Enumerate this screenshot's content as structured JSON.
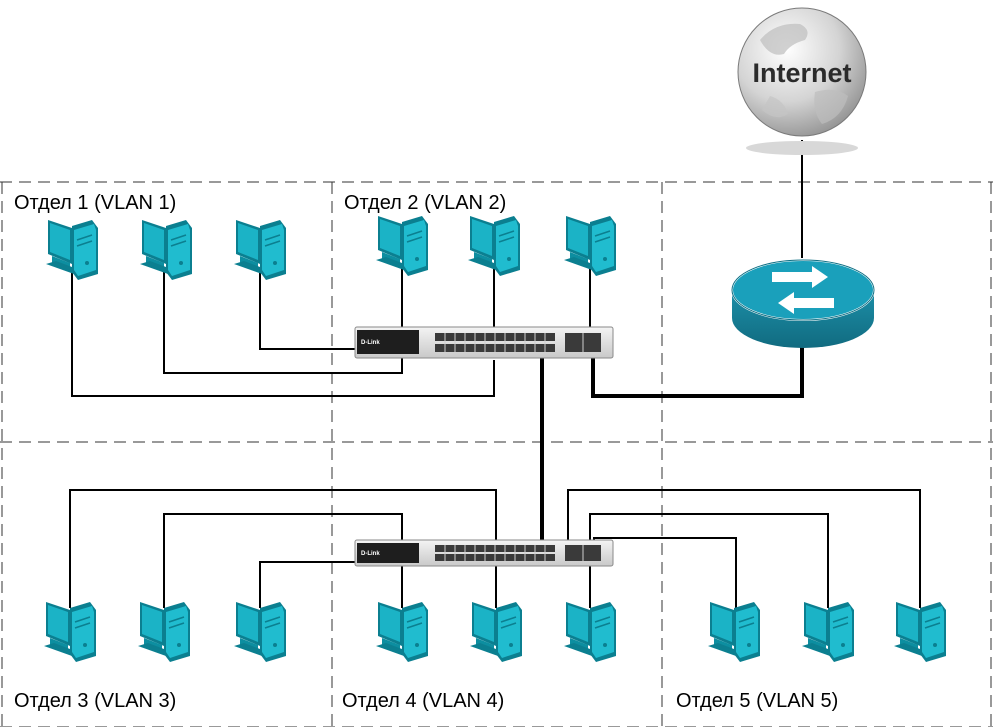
{
  "zones": [
    {
      "id": "zone1",
      "label": "Отдел 1 (VLAN 1)"
    },
    {
      "id": "zone2",
      "label": "Отдел 2 (VLAN 2)"
    },
    {
      "id": "zone3",
      "label": "Отдел 3 (VLAN 3)"
    },
    {
      "id": "zone4",
      "label": "Отдел 4 (VLAN 4)"
    },
    {
      "id": "zone5",
      "label": "Отдел 5 (VLAN 5)"
    }
  ],
  "internet": {
    "label": "Internet"
  },
  "switches": [
    {
      "id": "switch-top",
      "brand": "D-Link"
    },
    {
      "id": "switch-bottom",
      "brand": "D-Link"
    }
  ],
  "router": {
    "icon": "router-icon"
  },
  "computers": {
    "icon": "desktop-computer-icon",
    "count": 15
  },
  "colors": {
    "computer": "#1bb3c6",
    "computer_dark": "#0b7f90",
    "router": "#1a99b3",
    "globe": "#c8c8c8",
    "zone_border": "#333333"
  }
}
